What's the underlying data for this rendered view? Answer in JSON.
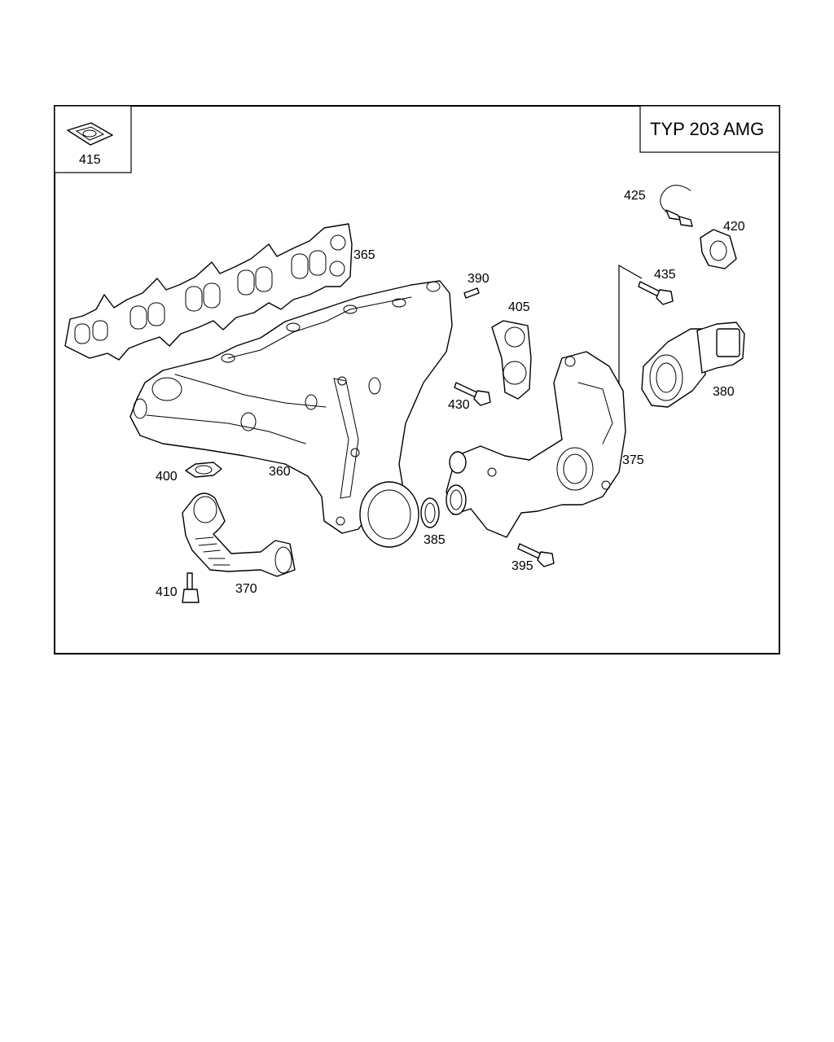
{
  "title": "TYP 203 AMG",
  "callouts": {
    "c360": "360",
    "c365": "365",
    "c370": "370",
    "c375": "375",
    "c380": "380",
    "c385": "385",
    "c390": "390",
    "c395": "395",
    "c400": "400",
    "c405": "405",
    "c410": "410",
    "c415": "415",
    "c420": "420",
    "c425": "425",
    "c430": "430",
    "c435": "435"
  }
}
